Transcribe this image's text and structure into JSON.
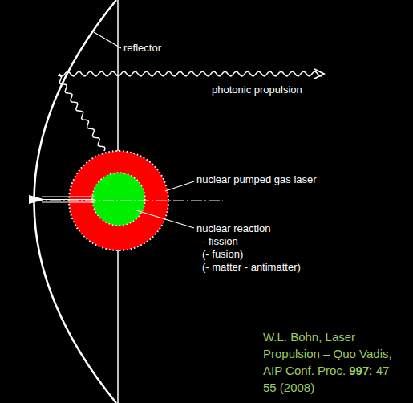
{
  "diagram": {
    "labels": [
      "reflector",
      "photonic propulsion",
      "nuclear pumped gas laser",
      "nuclear reaction",
      "- fission",
      "(- fusion)",
      "(- matter - antimatter)",
      "W.L. Bohn, Laser Propulsion – Quo Vadis, AIP Conf. Proc.",
      "997",
      ": 47 – 55 (2008)"
    ]
  }
}
